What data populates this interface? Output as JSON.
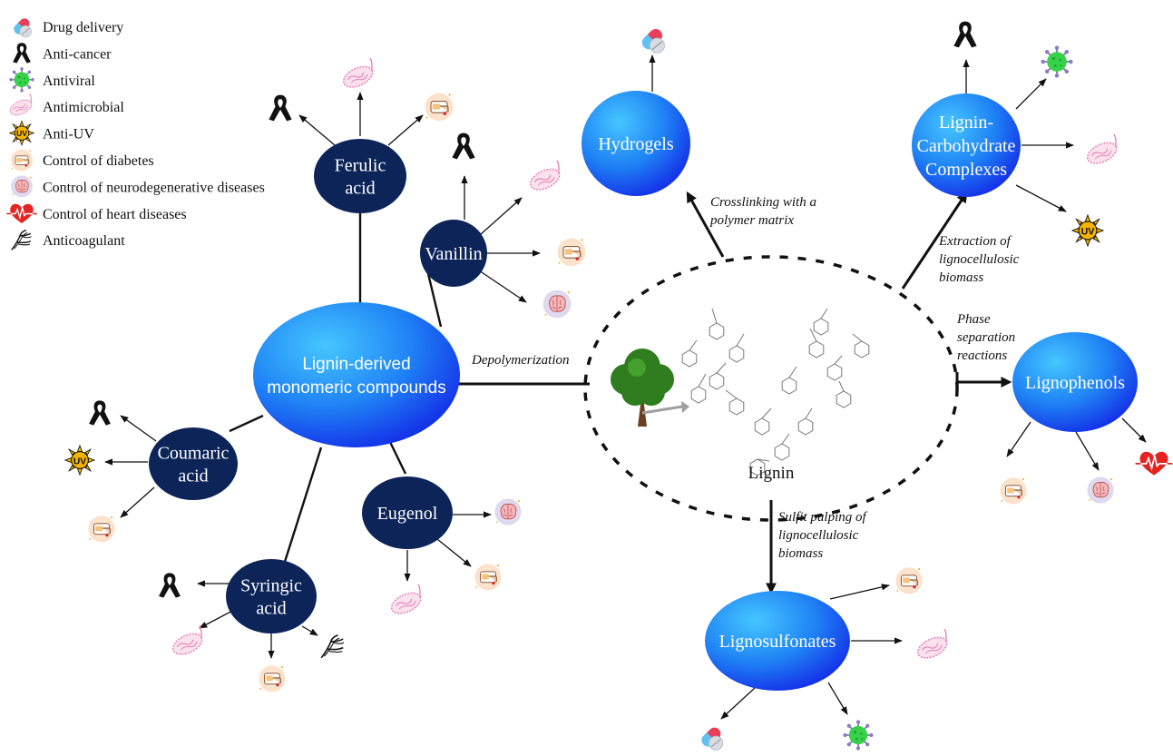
{
  "legend": [
    {
      "icon": "pill-icon",
      "label": "Drug delivery"
    },
    {
      "icon": "ribbon-icon",
      "label": "Anti-cancer"
    },
    {
      "icon": "virus-icon",
      "label": "Antiviral"
    },
    {
      "icon": "bacteria-icon",
      "label": "Antimicrobial"
    },
    {
      "icon": "uv-sun-icon",
      "label": "Anti-UV"
    },
    {
      "icon": "glucose-finger-icon",
      "label": "Control of diabetes"
    },
    {
      "icon": "brain-icon",
      "label": "Control of neurodegenerative diseases"
    },
    {
      "icon": "heart-icon",
      "label": "Control of heart diseases"
    },
    {
      "icon": "vessel-icon",
      "label": "Anticoagulant"
    }
  ],
  "uv_text": "UV",
  "center": {
    "label": "Lignin"
  },
  "nodes": {
    "monomeric": {
      "lines": [
        "Lignin-derived",
        "monomeric compounds"
      ]
    },
    "ferulic": {
      "lines": [
        "Ferulic",
        "acid"
      ]
    },
    "vanillin": {
      "lines": [
        "Vanillin"
      ]
    },
    "coumaric": {
      "lines": [
        "Coumaric",
        "acid"
      ]
    },
    "eugenol": {
      "lines": [
        "Eugenol"
      ]
    },
    "syringic": {
      "lines": [
        "Syringic",
        "acid"
      ]
    },
    "hydrogels": {
      "lines": [
        "Hydrogels"
      ]
    },
    "lcc": {
      "lines": [
        "Lignin-",
        "Carbohydrate",
        "Complexes"
      ]
    },
    "lignophenols": {
      "lines": [
        "Lignophenols"
      ]
    },
    "lignosulfonates": {
      "lines": [
        "Lignosulfonates"
      ]
    }
  },
  "processes": {
    "depolymerization": [
      "Depolymerization"
    ],
    "crosslinking": [
      "Crosslinking with a",
      "polymer matrix"
    ],
    "extraction": [
      "Extraction of",
      "lignocellulosic",
      "biomass"
    ],
    "phase": [
      "Phase",
      "separation",
      "reactions"
    ],
    "sulfit": [
      "Sulfit pulping of",
      "lignocellulosic",
      "biomass"
    ]
  },
  "colors": {
    "light_blue_top": "#3fb4ff",
    "light_blue_bottom": "#1e3ff0",
    "navy": "#0d2459",
    "pill_red": "#e8405a",
    "virus_green": "#38d24a",
    "microbe_pink": "#e77fb3",
    "uv_yellow": "#f4b400",
    "heart_red": "#e52320"
  }
}
